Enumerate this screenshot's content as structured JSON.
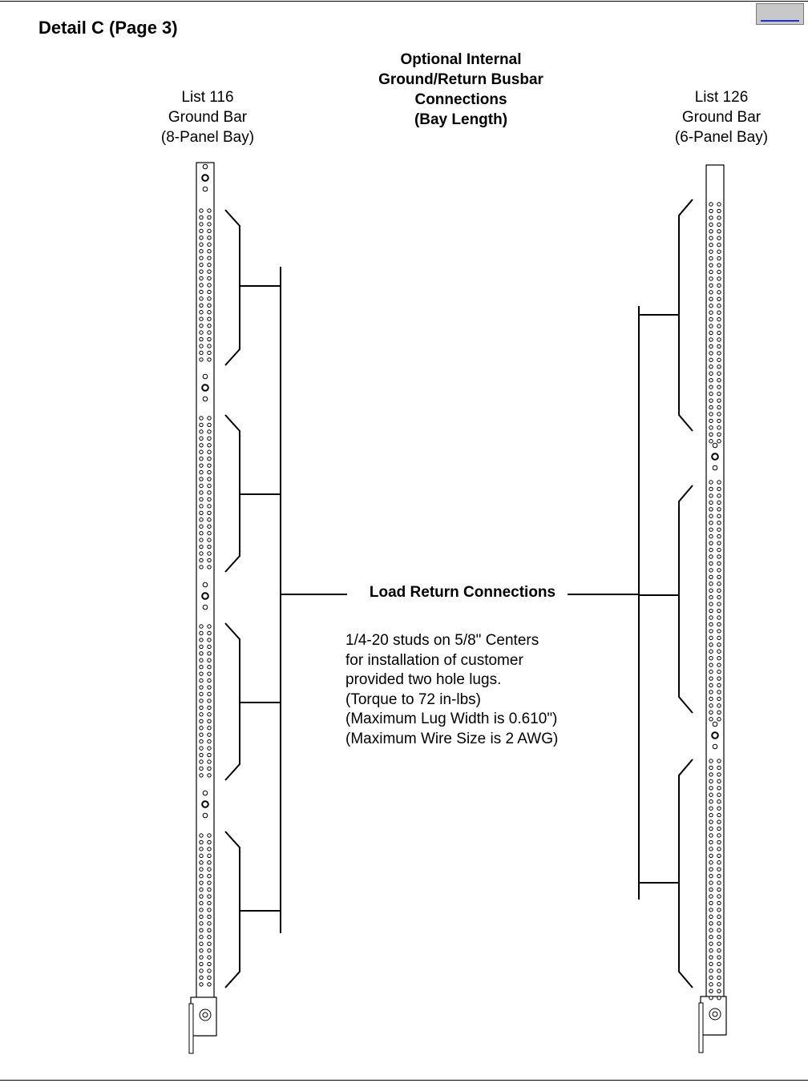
{
  "header": {
    "title": "Detail C (Page 3)",
    "nav_button_icon": "page-nav-icon"
  },
  "diagram": {
    "left_bar": {
      "list": "List 116",
      "name": "Ground Bar",
      "bay": "(8-Panel Bay)",
      "groups": 4
    },
    "right_bar": {
      "list": "List 126",
      "name": "Ground Bar",
      "bay": "(6-Panel Bay)",
      "groups": 3
    },
    "optional": {
      "line1": "Optional Internal",
      "line2": "Ground/Return Busbar",
      "line3": "Connections",
      "line4": "(Bay Length)"
    },
    "load_return": "Load Return Connections",
    "notes": [
      "1/4-20 studs on 5/8\" Centers",
      "for installation of customer",
      "provided two hole lugs.",
      "(Torque to 72 in-lbs)",
      "(Maximum Lug Width is 0.610\")",
      "(Maximum Wire Size is 2 AWG)"
    ]
  }
}
